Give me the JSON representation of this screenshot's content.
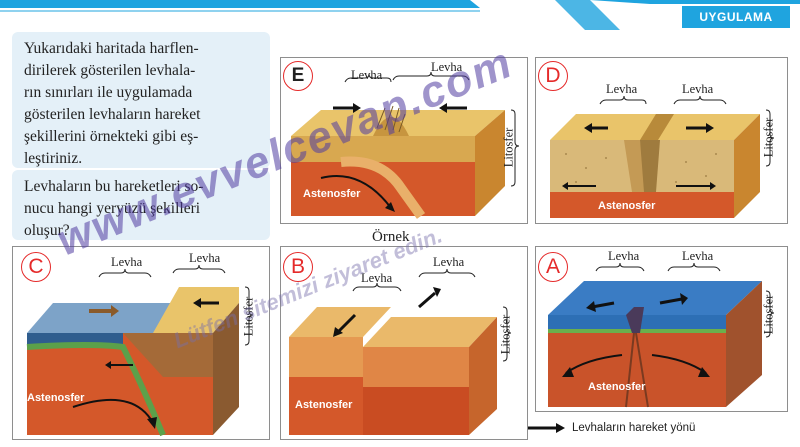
{
  "header": {
    "tag_label": "UYGULAMA"
  },
  "questions": {
    "q1": [
      "Yukarıdaki haritada harflen-",
      "dirilerek gösterilen levhala-",
      "rın sınırları ile uygulamada",
      "gösterilen levhaların hareket",
      "şekillerini örnekteki gibi eş-",
      "leştiriniz."
    ],
    "q2": [
      "Levhaların bu hareketleri so-",
      "nucu hangi yeryüzü şekilleri",
      "oluşur?"
    ]
  },
  "example_label": "Örnek",
  "cards": {
    "E": {
      "letter": "E",
      "plate_left": "Levha",
      "plate_right": "Levha",
      "side": "Litosfer",
      "base": "Astenosfer"
    },
    "D": {
      "letter": "D",
      "plate_left": "Levha",
      "plate_right": "Levha",
      "side": "Litosfer",
      "base": "Astenosfer"
    },
    "C": {
      "letter": "C",
      "plate_left": "Levha",
      "plate_right": "Levha",
      "side": "Litosfer",
      "base": "Astenosfer"
    },
    "B": {
      "letter": "B",
      "plate_left": "Levha",
      "plate_right": "Levha",
      "side": "Litosfer",
      "base": "Astenosfer"
    },
    "A": {
      "letter": "A",
      "plate_left": "Levha",
      "plate_right": "Levha",
      "side": "Litosfer",
      "base": "Astenosfer"
    }
  },
  "legend": {
    "label": "Levhaların hareket yönü"
  },
  "watermark": {
    "line1": "www.evvelcevap.com",
    "line2": "Lütfen sitemizi ziyaret edin."
  },
  "colors": {
    "accent": "#1fa4df",
    "badge": "#e52a2a",
    "crust": "#d8a850",
    "asthenosphere": "#d4582a",
    "ocean": "#2d6fb5"
  }
}
